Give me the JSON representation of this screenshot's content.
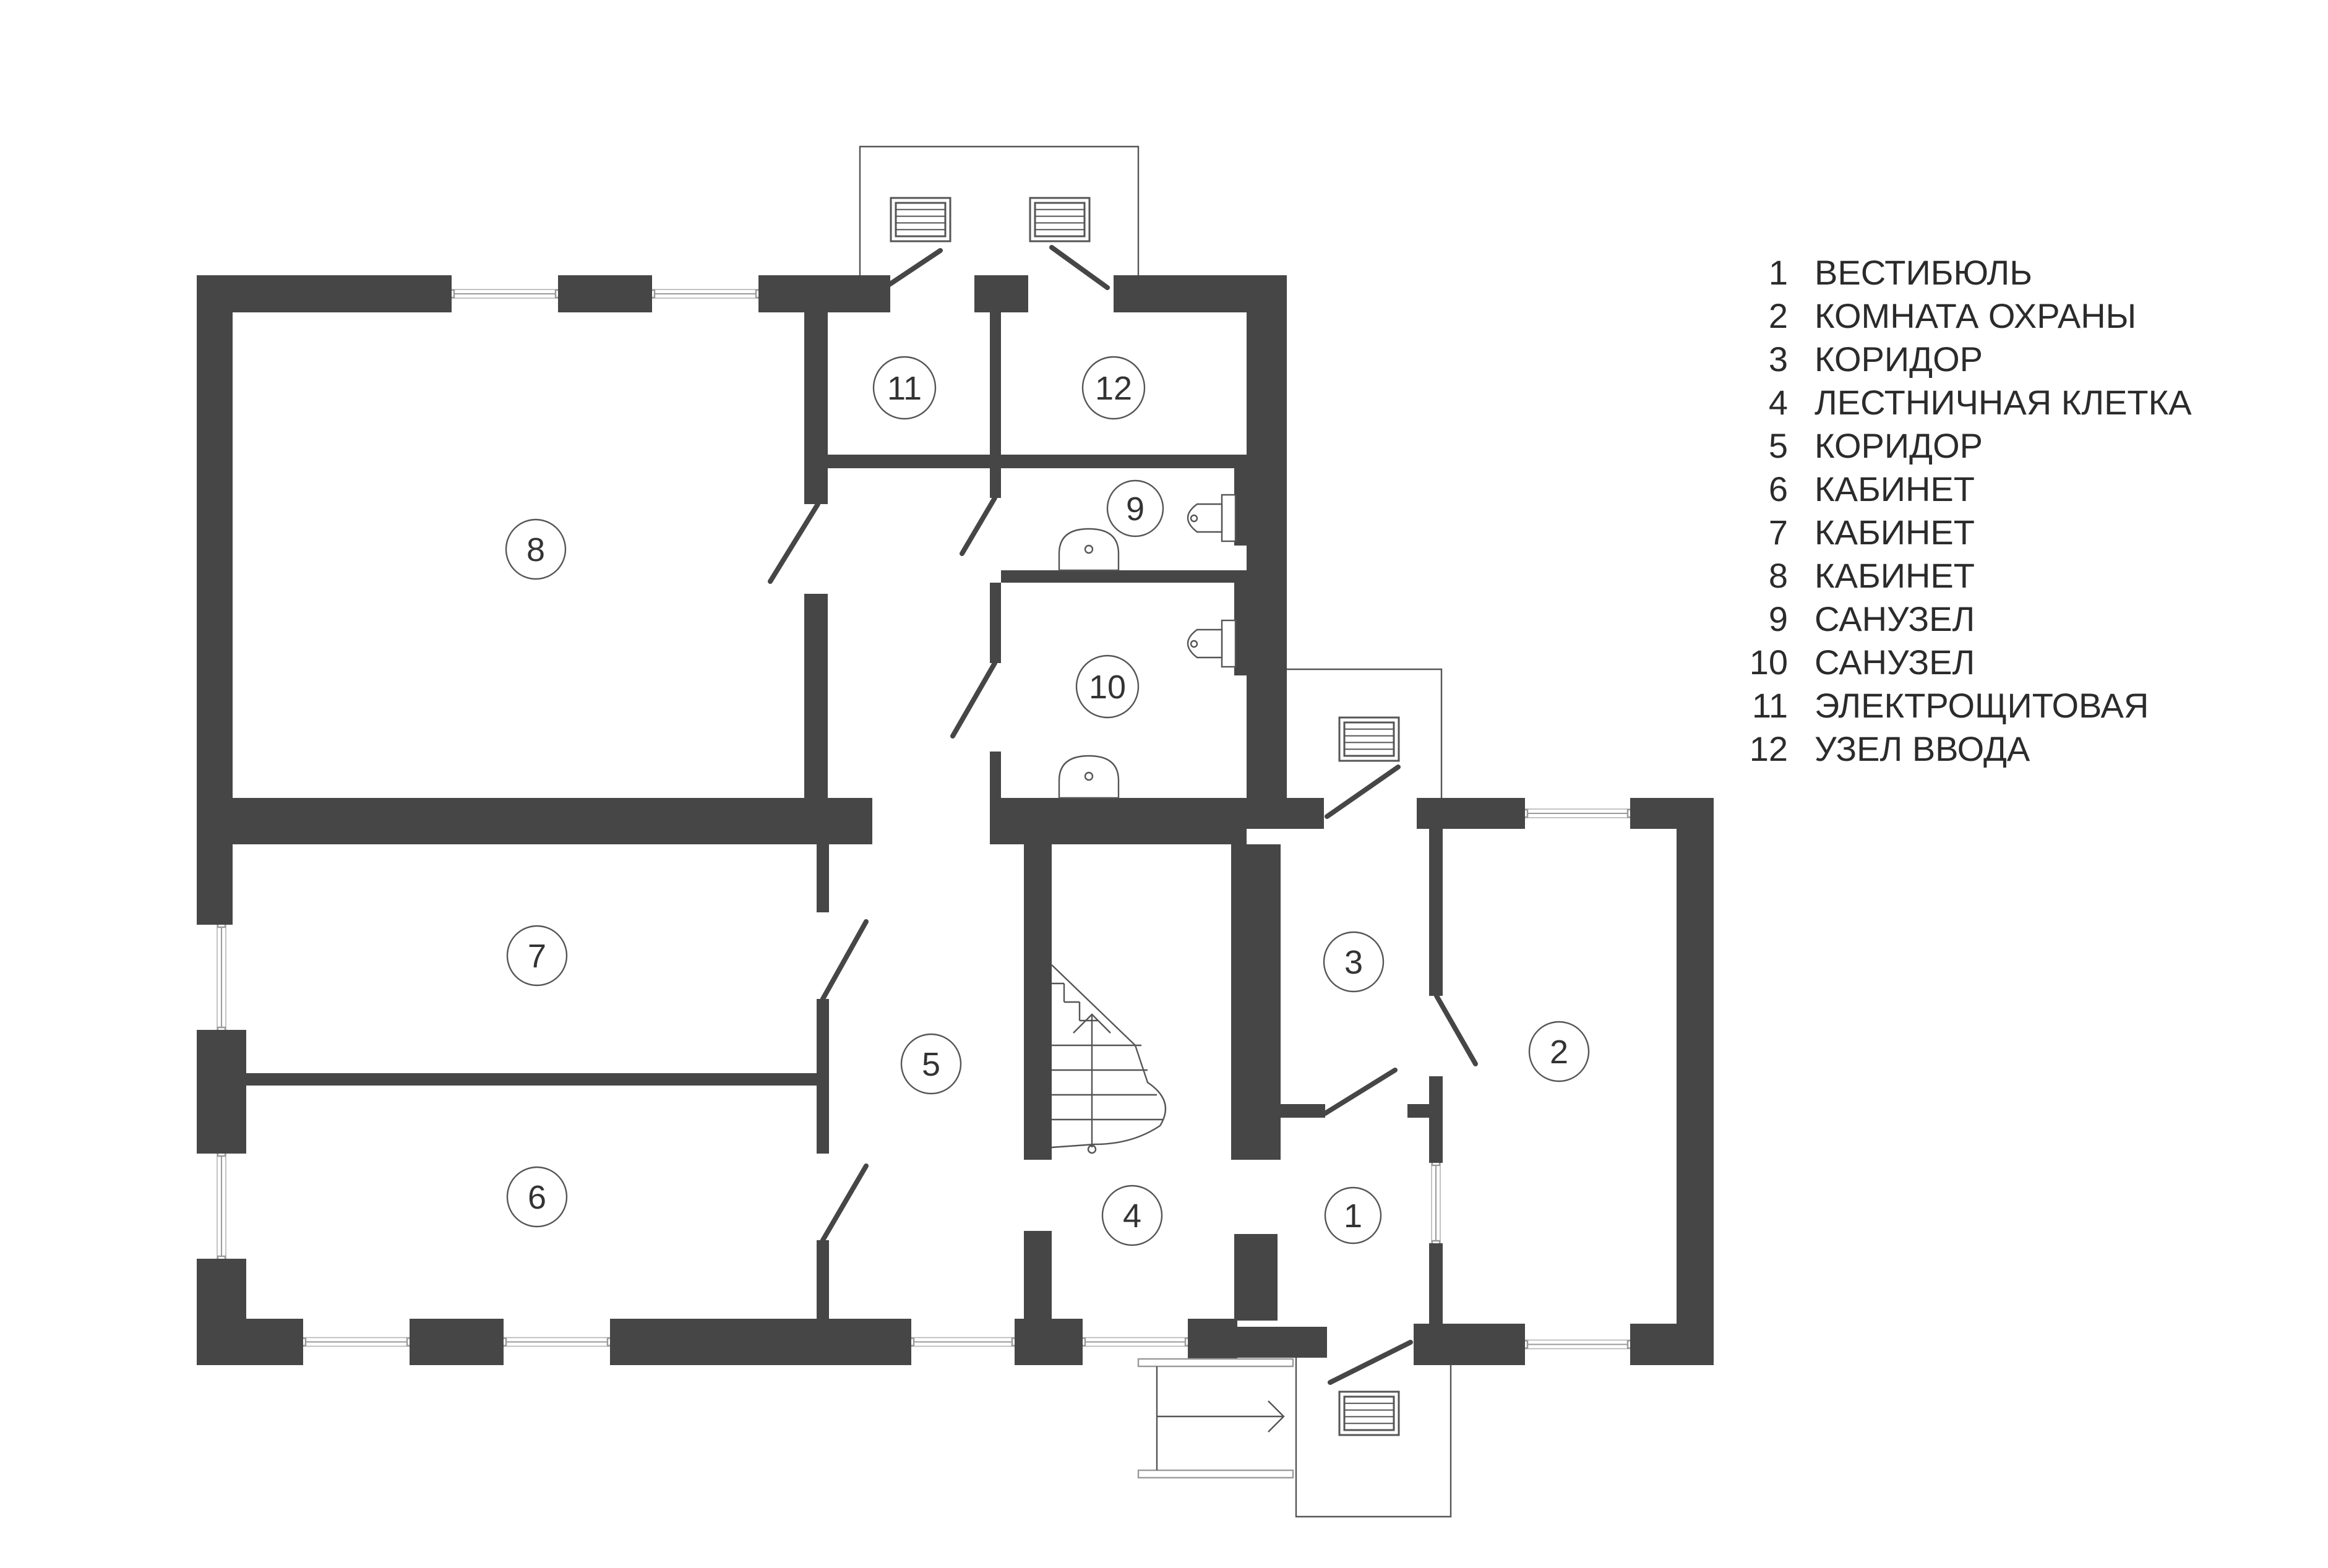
{
  "rooms": [
    {
      "id": "1",
      "label": "1"
    },
    {
      "id": "2",
      "label": "2"
    },
    {
      "id": "3",
      "label": "3"
    },
    {
      "id": "4",
      "label": "4"
    },
    {
      "id": "5",
      "label": "5"
    },
    {
      "id": "6",
      "label": "6"
    },
    {
      "id": "7",
      "label": "7"
    },
    {
      "id": "8",
      "label": "8"
    },
    {
      "id": "9",
      "label": "9"
    },
    {
      "id": "10",
      "label": "10"
    },
    {
      "id": "11",
      "label": "11"
    },
    {
      "id": "12",
      "label": "12"
    }
  ],
  "legend": [
    {
      "num": "1",
      "name": "ВЕСТИБЮЛЬ"
    },
    {
      "num": "2",
      "name": "КОМНАТА ОХРАНЫ"
    },
    {
      "num": "3",
      "name": "КОРИДОР"
    },
    {
      "num": "4",
      "name": "ЛЕСТНИЧНАЯ КЛЕТКА"
    },
    {
      "num": "5",
      "name": "КОРИДОР"
    },
    {
      "num": "6",
      "name": "КАБИНЕТ"
    },
    {
      "num": "7",
      "name": "КАБИНЕТ"
    },
    {
      "num": "8",
      "name": "КАБИНЕТ"
    },
    {
      "num": "9",
      "name": "САНУЗЕЛ"
    },
    {
      "num": "10",
      "name": "САНУЗЕЛ"
    },
    {
      "num": "11",
      "name": "ЭЛЕКТРОЩИТОВАЯ"
    },
    {
      "num": "12",
      "name": "УЗЕЛ ВВОДА"
    }
  ],
  "colors": {
    "wall": "#464646",
    "line": "#555555",
    "background": "#ffffff"
  }
}
